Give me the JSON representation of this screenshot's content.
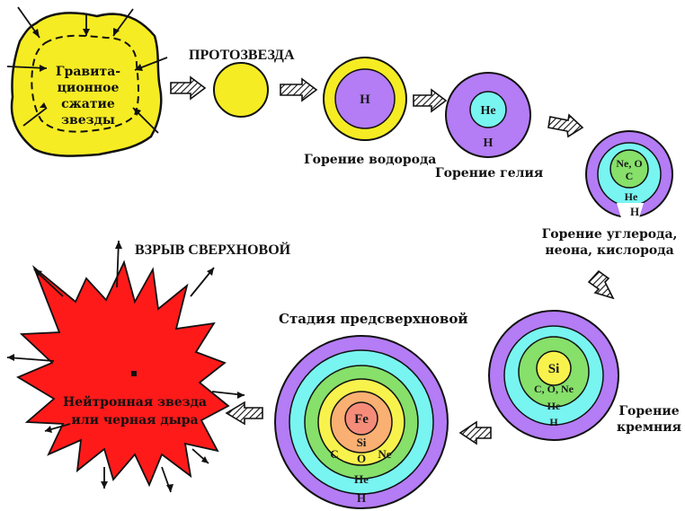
{
  "colors": {
    "cloud": "#f6ec23",
    "supernova": "#ff1a1a",
    "violet": "#b47cf5",
    "cyan": "#78f4f1",
    "green": "#86e06a",
    "yellow": "#f8f24d",
    "orange": "#f9b072",
    "salmon": "#f58c7a",
    "arrow_fill": "#d8d8d8"
  },
  "cloud": {
    "lines": [
      "Гравита-",
      "ционное",
      "сжатие",
      "звезды"
    ]
  },
  "protostar": {
    "title": "ПРОТОЗВЕЗДА"
  },
  "stages": {
    "hydrogen": {
      "core": "H",
      "caption": "Горение водорода"
    },
    "helium": {
      "core": "He",
      "shell": "H",
      "caption": "Горение гелия"
    },
    "carbon": {
      "core_top": "Ne, O",
      "core_bottom": "C",
      "shell_he": "He",
      "shell_h": "H",
      "caption": [
        "Горение углерода,",
        "неона, кислорода"
      ]
    },
    "silicon": {
      "core": "Si",
      "layer_c": "C, O, Ne",
      "layer_he": "He",
      "layer_h": "H",
      "caption": [
        "Горение",
        "кремния"
      ]
    },
    "presupernova": {
      "title": "Стадия предсверхновой",
      "core": "Fe",
      "layer_si": "Si",
      "layer_c": "C",
      "layer_o": "O",
      "layer_ne": "Ne",
      "layer_he": "He",
      "layer_h": "H"
    }
  },
  "supernova": {
    "title": "ВЗРЫВ СВЕРХНОВОЙ",
    "lines": [
      "Нейтронная звезда",
      "или черная дыра"
    ]
  }
}
